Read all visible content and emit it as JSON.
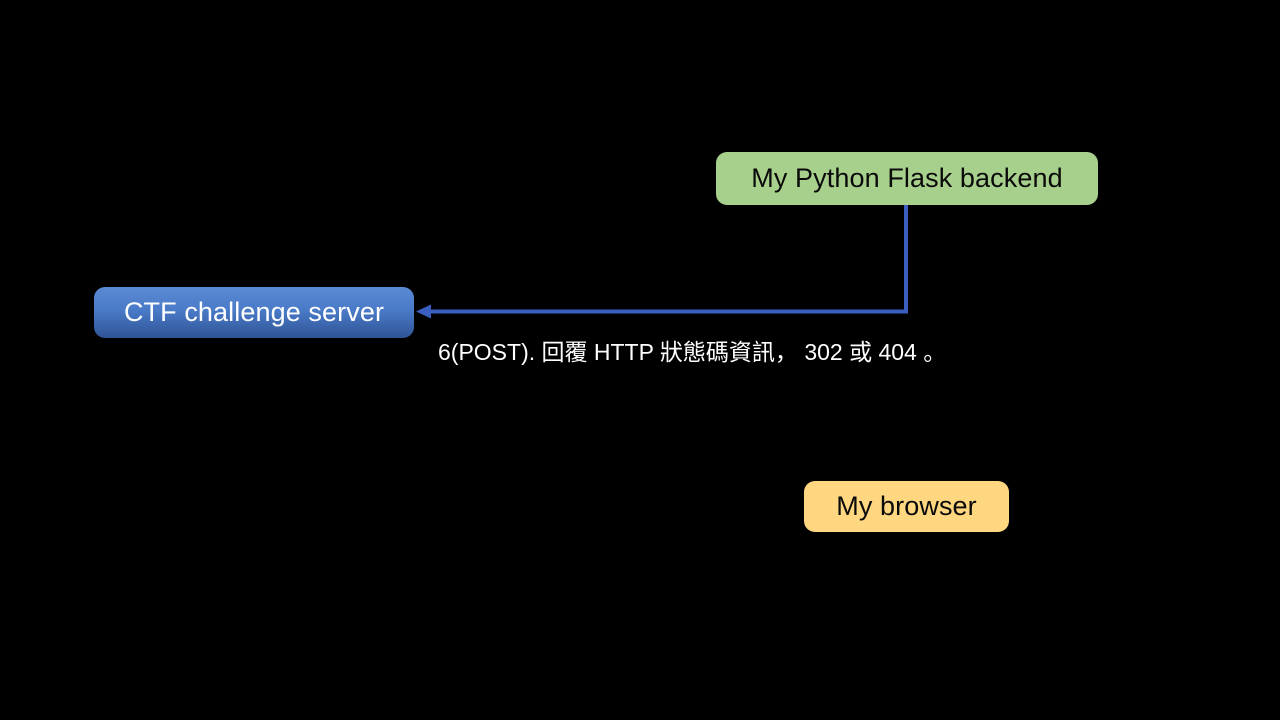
{
  "slide": {
    "background_color": "#000000",
    "nodes": [
      {
        "id": "backend",
        "label": "My Python Flask backend",
        "fill": "#a8d08d",
        "text_color": "#0a0a0a"
      },
      {
        "id": "ctf",
        "label": "CTF challenge server",
        "fill_top": "#5b8ad4",
        "fill_bottom": "#2f5496",
        "text_color": "#ffffff"
      },
      {
        "id": "browser",
        "label": "My browser",
        "fill": "#ffd780",
        "text_color": "#0a0a0a"
      }
    ],
    "connector": {
      "from": "backend",
      "to": "ctf",
      "color": "#3a5fc0",
      "style": "elbow-arrow",
      "arrowhead": "left"
    },
    "caption": "6(POST). 回覆 HTTP 狀態碼資訊， 302 或 404 。",
    "caption_color": "#ffffff"
  }
}
